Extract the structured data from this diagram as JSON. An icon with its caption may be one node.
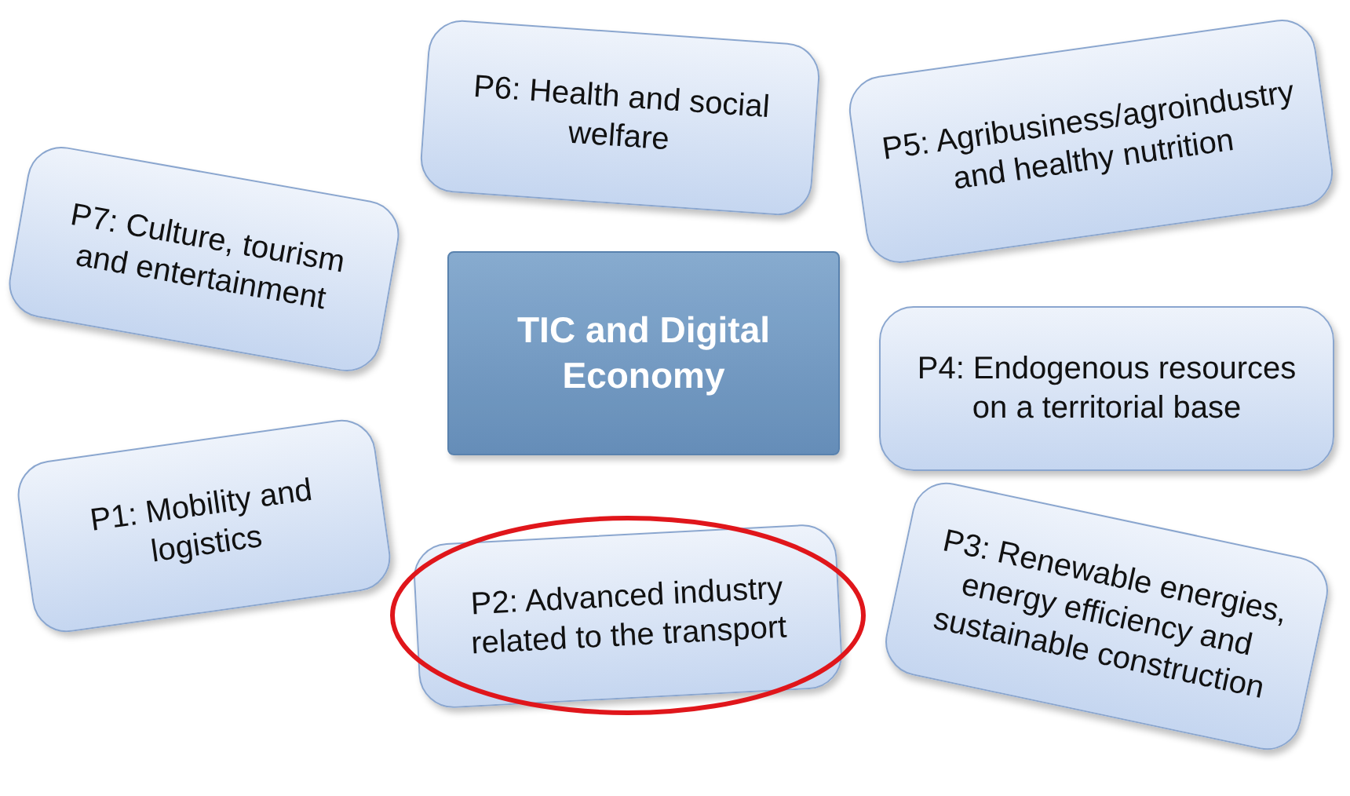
{
  "diagram": {
    "nodes": [
      {
        "text": [
          "P7: Culture, tourism and entertainment"
        ]
      },
      {
        "text": [
          "P6: Health and social welfare"
        ]
      },
      {
        "text": [
          "P5: Agribusiness/agroindustry and healthy nutrition"
        ]
      },
      {
        "text": [
          "TIC and Digital Economy"
        ]
      },
      {
        "text": [
          "P4: Endogenous resources on a territorial base"
        ]
      },
      {
        "text": [
          "P1: Mobility and logistics"
        ]
      },
      {
        "text": [
          "P2: Advanced industry related to the transport"
        ]
      },
      {
        "text": [
          "P3: Renewable energies, energy efficiency and sustainable construction"
        ]
      }
    ]
  }
}
